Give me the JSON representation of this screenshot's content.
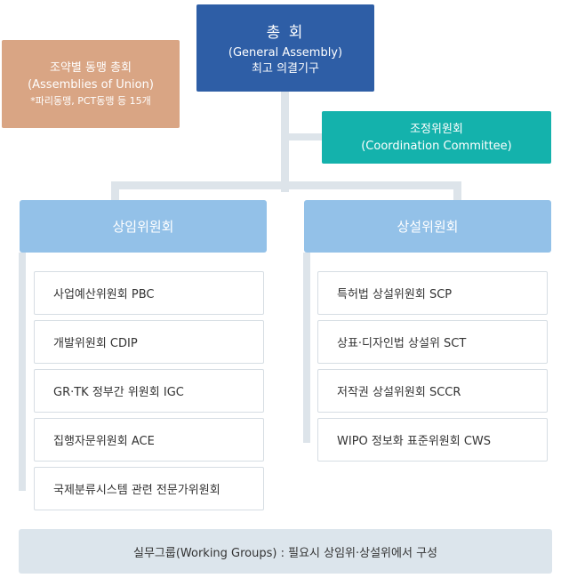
{
  "general_assembly": {
    "title": "총 회",
    "subtitle": "(General Assembly)",
    "desc": "최고 의결기구"
  },
  "assemblies_union": {
    "title": "조약별 동맹 총회",
    "subtitle": "(Assemblies of Union)",
    "note": "*파리동맹, PCT동맹 등 15개"
  },
  "coordination": {
    "title": "조정위원회",
    "subtitle": "(Coordination Committee)"
  },
  "standing_committees": {
    "label": "상임위원회",
    "items": [
      "사업예산위원회 PBC",
      "개발위원회 CDIP",
      "GR·TK 정부간 위원회 IGC",
      "집행자문위원회 ACE",
      "국제분류시스템 관련 전문가위원회"
    ]
  },
  "permanent_committees": {
    "label": "상설위원회",
    "items": [
      "특허법 상설위원회 SCP",
      "상표·디자인법 상설위 SCT",
      "저작권 상설위원회 SCCR",
      "WIPO 정보화 표준위원회 CWS"
    ]
  },
  "working_groups": "실무그룹(Working Groups) : 필요시 상임위·상설위에서 구성",
  "colors": {
    "general_assembly": "#2e5ea6",
    "assemblies_union": "#d9a584",
    "coordination": "#14b2ac",
    "category": "#93c1e8",
    "connector": "#dde4ea",
    "footer": "#dce5ec"
  }
}
